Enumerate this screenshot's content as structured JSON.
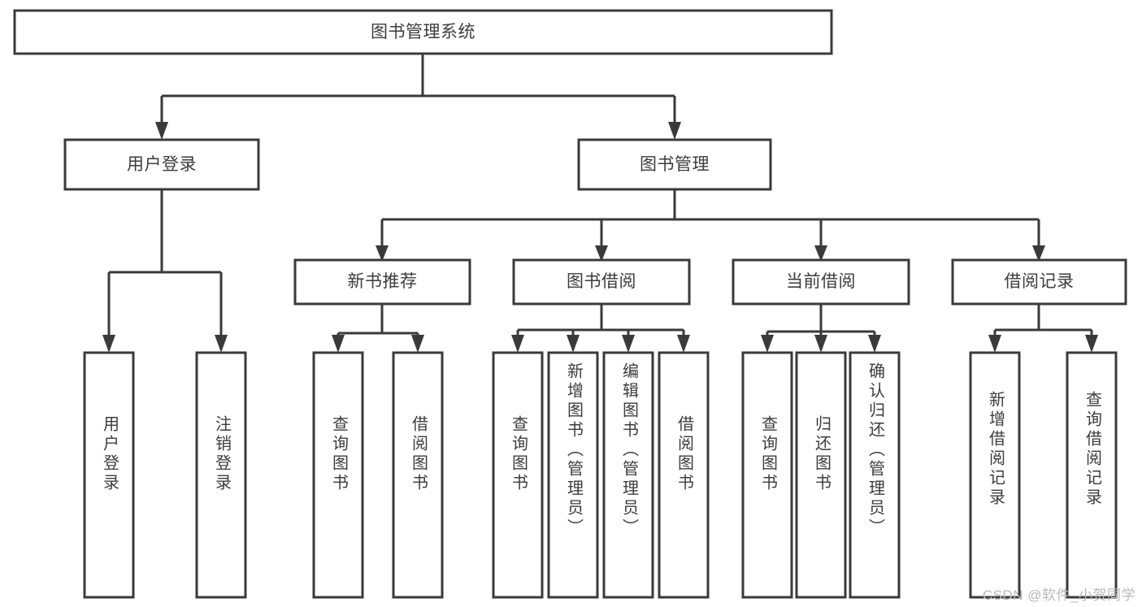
{
  "diagram": {
    "type": "tree-flowchart",
    "title": "图书管理系统",
    "orientation": "top-down",
    "watermark": "CSDN @软件_小贺同学",
    "colors": {
      "box_stroke": "#3a3a3a",
      "box_fill": "#ffffff",
      "connector": "#3a3a3a",
      "text": "#3c3c3c",
      "background": "#ffffff",
      "watermark": "#b9b9b9"
    },
    "nodes": {
      "root": {
        "label": "图书管理系统",
        "level": 1,
        "text_direction": "horizontal"
      },
      "l2": [
        {
          "label": "用户登录",
          "level": 2,
          "text_direction": "horizontal"
        },
        {
          "label": "图书管理",
          "level": 2,
          "text_direction": "horizontal"
        }
      ],
      "l3": [
        {
          "label": "新书推荐",
          "level": 3,
          "text_direction": "horizontal",
          "parent": "图书管理"
        },
        {
          "label": "图书借阅",
          "level": 3,
          "text_direction": "horizontal",
          "parent": "图书管理"
        },
        {
          "label": "当前借阅",
          "level": 3,
          "text_direction": "horizontal",
          "parent": "图书管理"
        },
        {
          "label": "借阅记录",
          "level": 3,
          "text_direction": "horizontal",
          "parent": "图书管理"
        }
      ],
      "leaves": [
        {
          "label": "用户登录",
          "parent": "用户登录",
          "text_direction": "vertical"
        },
        {
          "label": "注销登录",
          "parent": "用户登录",
          "text_direction": "vertical"
        },
        {
          "label": "查询图书",
          "parent": "新书推荐",
          "text_direction": "vertical"
        },
        {
          "label": "借阅图书",
          "parent": "新书推荐",
          "text_direction": "vertical"
        },
        {
          "label": "查询图书",
          "parent": "图书借阅",
          "text_direction": "vertical"
        },
        {
          "label": "新增图书（管理员）",
          "parent": "图书借阅",
          "text_direction": "vertical"
        },
        {
          "label": "编辑图书（管理员）",
          "parent": "图书借阅",
          "text_direction": "vertical"
        },
        {
          "label": "借阅图书",
          "parent": "图书借阅",
          "text_direction": "vertical"
        },
        {
          "label": "查询图书",
          "parent": "当前借阅",
          "text_direction": "vertical"
        },
        {
          "label": "归还图书",
          "parent": "当前借阅",
          "text_direction": "vertical"
        },
        {
          "label": "确认归还（管理员）",
          "parent": "当前借阅",
          "text_direction": "vertical"
        },
        {
          "label": "新增借阅记录",
          "parent": "借阅记录",
          "text_direction": "vertical"
        },
        {
          "label": "查询借阅记录",
          "parent": "借阅记录",
          "text_direction": "vertical"
        }
      ]
    }
  }
}
